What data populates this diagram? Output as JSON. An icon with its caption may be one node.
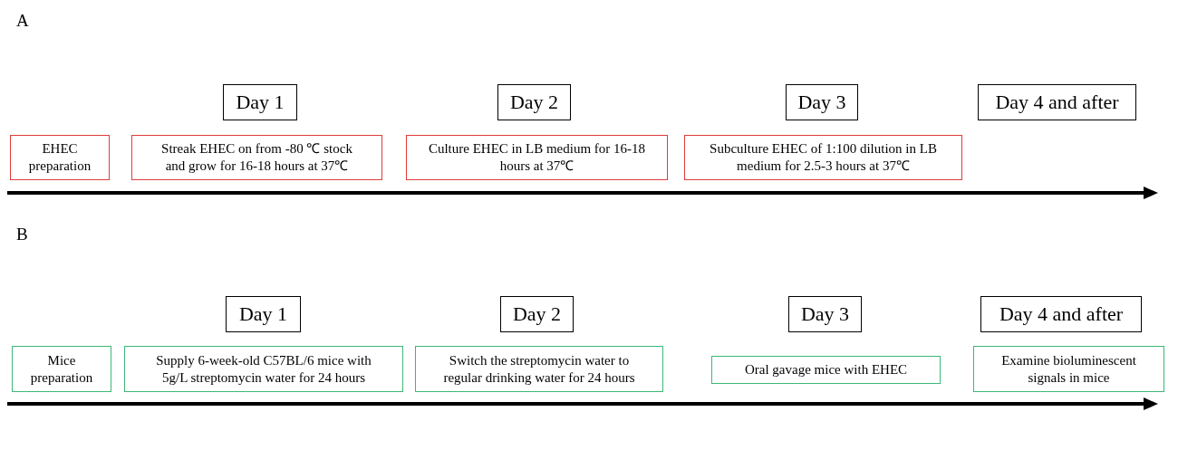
{
  "diagram": {
    "nodes": [
      {
        "text": [
          "Day 1"
        ]
      },
      {
        "text": [
          "Day 2"
        ]
      },
      {
        "text": [
          "Day 3"
        ]
      },
      {
        "text": [
          "Day 4 and after"
        ]
      },
      {
        "text": [
          "EHEC preparation"
        ]
      },
      {
        "text": [
          "Streak EHEC on from -80 ℃ stock and grow for 16-18 hours at 37℃"
        ]
      },
      {
        "text": [
          "Culture EHEC in LB medium for 16-18 hours at 37℃"
        ]
      },
      {
        "text": [
          "Subculture EHEC of 1:100 dilution in LB medium for 2.5-3 hours at 37℃"
        ]
      },
      {
        "text": [
          "Day 1"
        ]
      },
      {
        "text": [
          "Day 2"
        ]
      },
      {
        "text": [
          "Day 3"
        ]
      },
      {
        "text": [
          "Day 4 and after"
        ]
      },
      {
        "text": [
          "Mice preparation"
        ]
      },
      {
        "text": [
          "Supply 6-week-old C57BL/6 mice with 5g/L streptomycin water for 24 hours"
        ]
      },
      {
        "text": [
          "Switch the streptomycin water to regular drinking water for 24 hours"
        ]
      },
      {
        "text": [
          "Oral gavage mice with EHEC"
        ]
      },
      {
        "text": [
          "Examine bioluminescent signals in mice"
        ]
      }
    ],
    "edges": [],
    "labels": [
      "A",
      "B"
    ]
  }
}
